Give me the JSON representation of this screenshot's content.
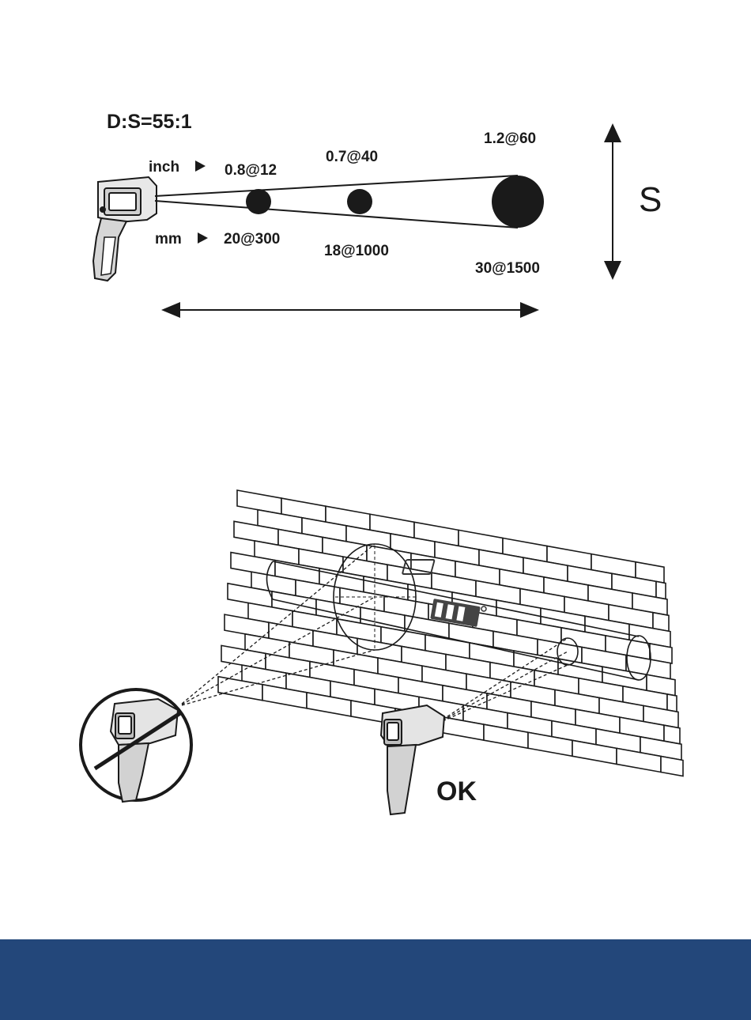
{
  "spot_diagram": {
    "ratio_label": "D:S=55:1",
    "inch_label": "inch",
    "mm_label": "mm",
    "size_axis_label": "S",
    "spots": [
      {
        "inch": "0.8@12",
        "mm": "20@300"
      },
      {
        "inch": "0.7@40",
        "mm": "18@1000"
      },
      {
        "inch": "1.2@60",
        "mm": "30@1500"
      }
    ]
  },
  "wall_diagram": {
    "ok_label": "OK"
  },
  "colors": {
    "footer_bar": "#23477a",
    "ink": "#1a1a1a"
  }
}
